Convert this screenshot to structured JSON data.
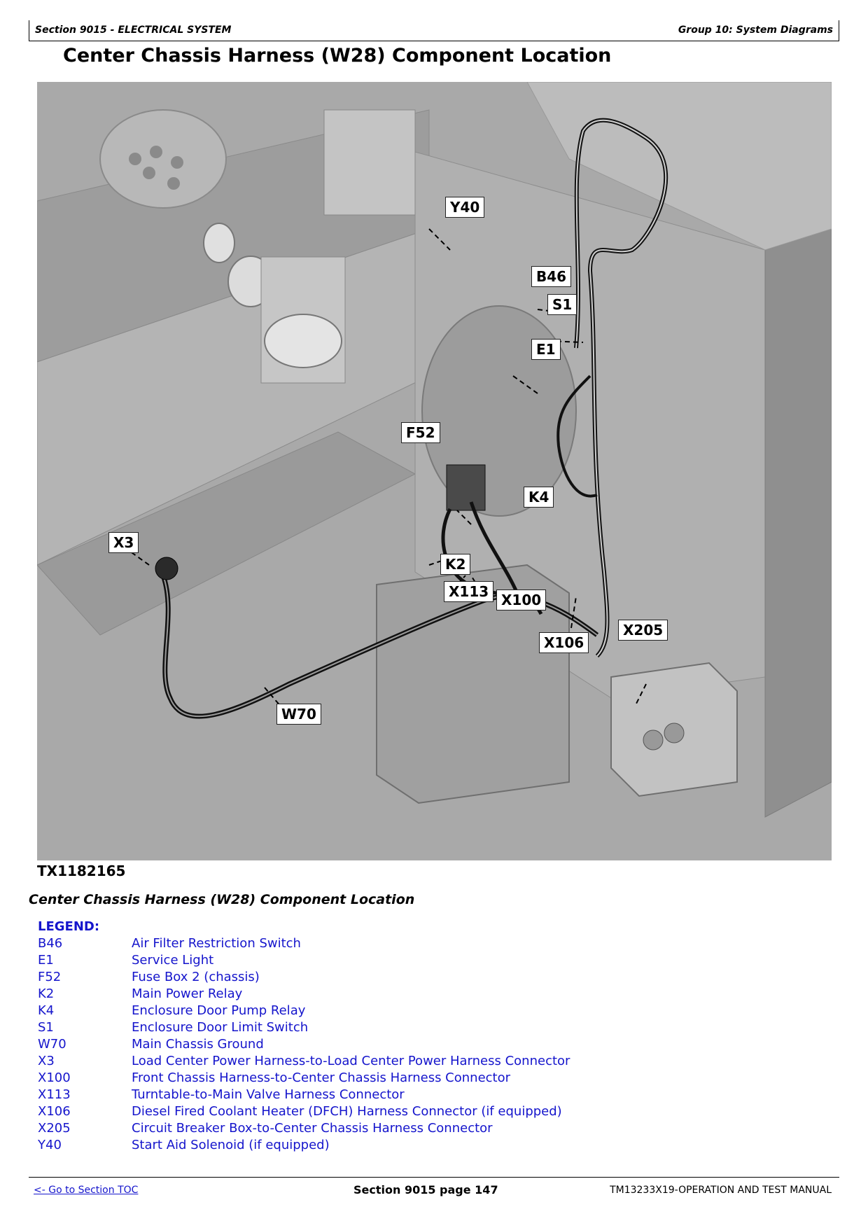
{
  "header": {
    "section": "Section 9015 - ELECTRICAL SYSTEM",
    "group": "Group 10: System Diagrams"
  },
  "title": "Center Chassis Harness (W28) Component Location",
  "figure": {
    "id": "TX1182165",
    "caption": "Center Chassis Harness (W28) Component Location",
    "callouts": {
      "y40": "Y40",
      "b46": "B46",
      "s1": "S1",
      "e1": "E1",
      "f52": "F52",
      "k4": "K4",
      "x3": "X3",
      "k2": "K2",
      "x113": "X113",
      "x100": "X100",
      "x106": "X106",
      "x205": "X205",
      "w70": "W70"
    }
  },
  "legend": {
    "heading": "LEGEND:",
    "items": [
      {
        "code": "B46",
        "desc": "Air Filter Restriction Switch"
      },
      {
        "code": "E1",
        "desc": "Service Light"
      },
      {
        "code": "F52",
        "desc": "Fuse Box 2 (chassis)"
      },
      {
        "code": "K2",
        "desc": "Main Power Relay"
      },
      {
        "code": "K4",
        "desc": "Enclosure Door Pump Relay"
      },
      {
        "code": "S1",
        "desc": "Enclosure Door Limit Switch"
      },
      {
        "code": "W70",
        "desc": "Main Chassis Ground"
      },
      {
        "code": "X3",
        "desc": "Load Center Power Harness-to-Load Center Power Harness Connector"
      },
      {
        "code": "X100",
        "desc": "Front Chassis Harness-to-Center Chassis Harness Connector"
      },
      {
        "code": "X113",
        "desc": "Turntable-to-Main Valve Harness Connector"
      },
      {
        "code": "X106",
        "desc": "Diesel Fired Coolant Heater (DFCH) Harness Connector (if equipped)"
      },
      {
        "code": "X205",
        "desc": "Circuit Breaker Box-to-Center Chassis Harness Connector"
      },
      {
        "code": "Y40",
        "desc": "Start Aid Solenoid (if equipped)"
      }
    ]
  },
  "footer": {
    "toc_link": "<- Go to Section TOC",
    "page": "Section 9015 page 147",
    "manual": "TM13233X19-OPERATION AND TEST MANUAL"
  }
}
